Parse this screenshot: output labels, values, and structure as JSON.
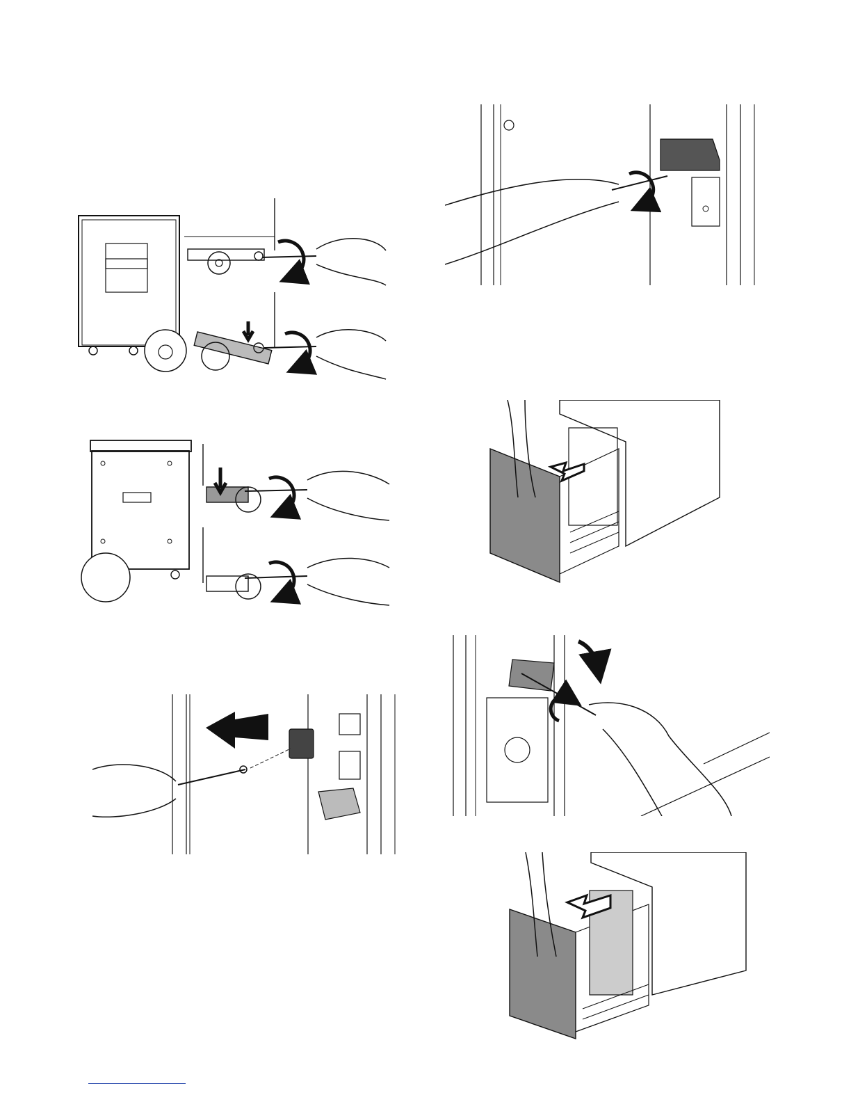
{
  "page": {
    "type": "service manual illustration page",
    "text_present": false
  },
  "figures": [
    {
      "id": "caster-adjust-front",
      "icon": "screwdriver-turn-caster-icon"
    },
    {
      "id": "caster-adjust-rear",
      "icon": "screwdriver-turn-caster-icon"
    },
    {
      "id": "remove-connector-cover",
      "icon": "screw-removal-arrow-icon"
    },
    {
      "id": "remove-front-bracket-screw",
      "icon": "screwdriver-turn-icon"
    },
    {
      "id": "pull-out-tray",
      "icon": "drawer-pull-arrow-icon"
    },
    {
      "id": "remove-rail-stopper-screw",
      "icon": "screwdriver-turn-icon"
    },
    {
      "id": "pull-out-tray-assembly",
      "icon": "drawer-pull-arrow-icon"
    }
  ],
  "colors": {
    "line": "#111111",
    "panel_fill": "#8a8a8a",
    "footer_rule": "#2f4fb0"
  }
}
